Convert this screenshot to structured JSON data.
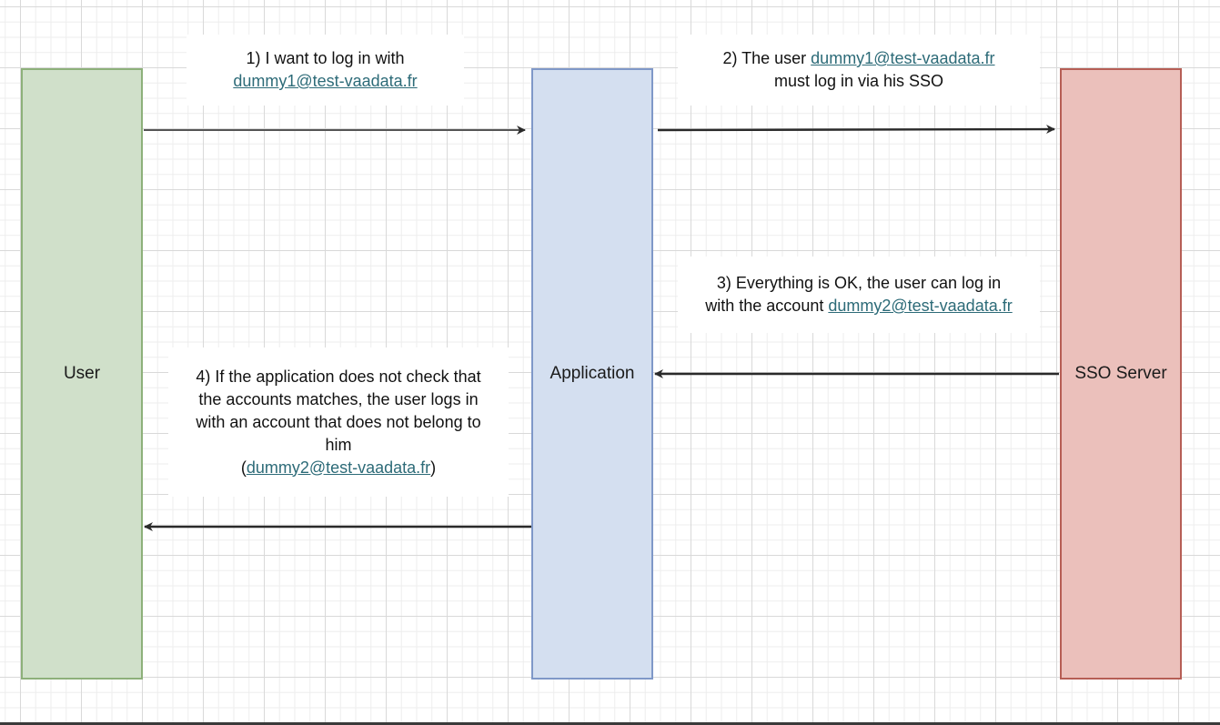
{
  "lanes": {
    "user": "User",
    "application": "Application",
    "sso_server": "SSO Server"
  },
  "steps": {
    "step1": {
      "text": "1) I want to log in with",
      "link": "dummy1@test-vaadata.fr"
    },
    "step2": {
      "prefix": "2) The user ",
      "link": "dummy1@test-vaadata.fr",
      "suffix": "must log in via his SSO"
    },
    "step3": {
      "line1": "3) Everything is OK, the user can log in",
      "prefix": "with the account ",
      "link": "dummy2@test-vaadata.fr"
    },
    "step4": {
      "line1": "4) If the application does not check that",
      "line2": "the accounts matches, the user logs in",
      "line3": "with an account that does not belong to",
      "line4": "him",
      "open_paren": "(",
      "link": "dummy2@test-vaadata.fr",
      "close_paren": ")"
    }
  },
  "colors": {
    "user_fill": "#d0e0ca",
    "application_fill": "#d4dff0",
    "sso_fill": "#ebc0bb",
    "link": "#2d6b78",
    "arrow": "#2a2a2a"
  }
}
